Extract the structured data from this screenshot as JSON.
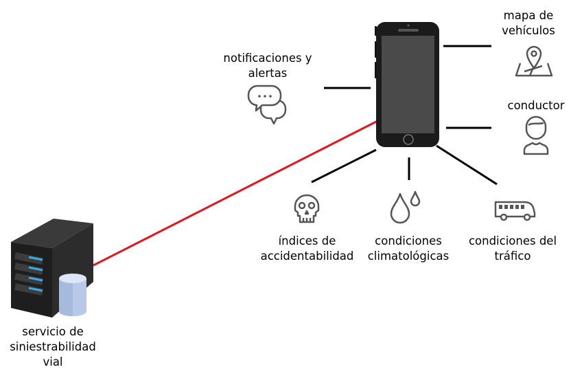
{
  "labels": {
    "vehicle_map": [
      "mapa de",
      "vehículos"
    ],
    "notifications": [
      "notificaciones y",
      "alertas"
    ],
    "driver": [
      "conductor"
    ],
    "accident_rates": [
      "índices de",
      "accidentabilidad"
    ],
    "weather": [
      "condiciones",
      "climatológicas"
    ],
    "traffic": [
      "condiciones del",
      "tráfico"
    ],
    "server": [
      "servicio de",
      "siniestrabilidad",
      "vial"
    ]
  },
  "colors": {
    "server_link": "#e8141b",
    "connector": "#000000",
    "icon_stroke": "#555555",
    "phone_body": "#1b1b1b",
    "database": "#b8c8e8"
  }
}
